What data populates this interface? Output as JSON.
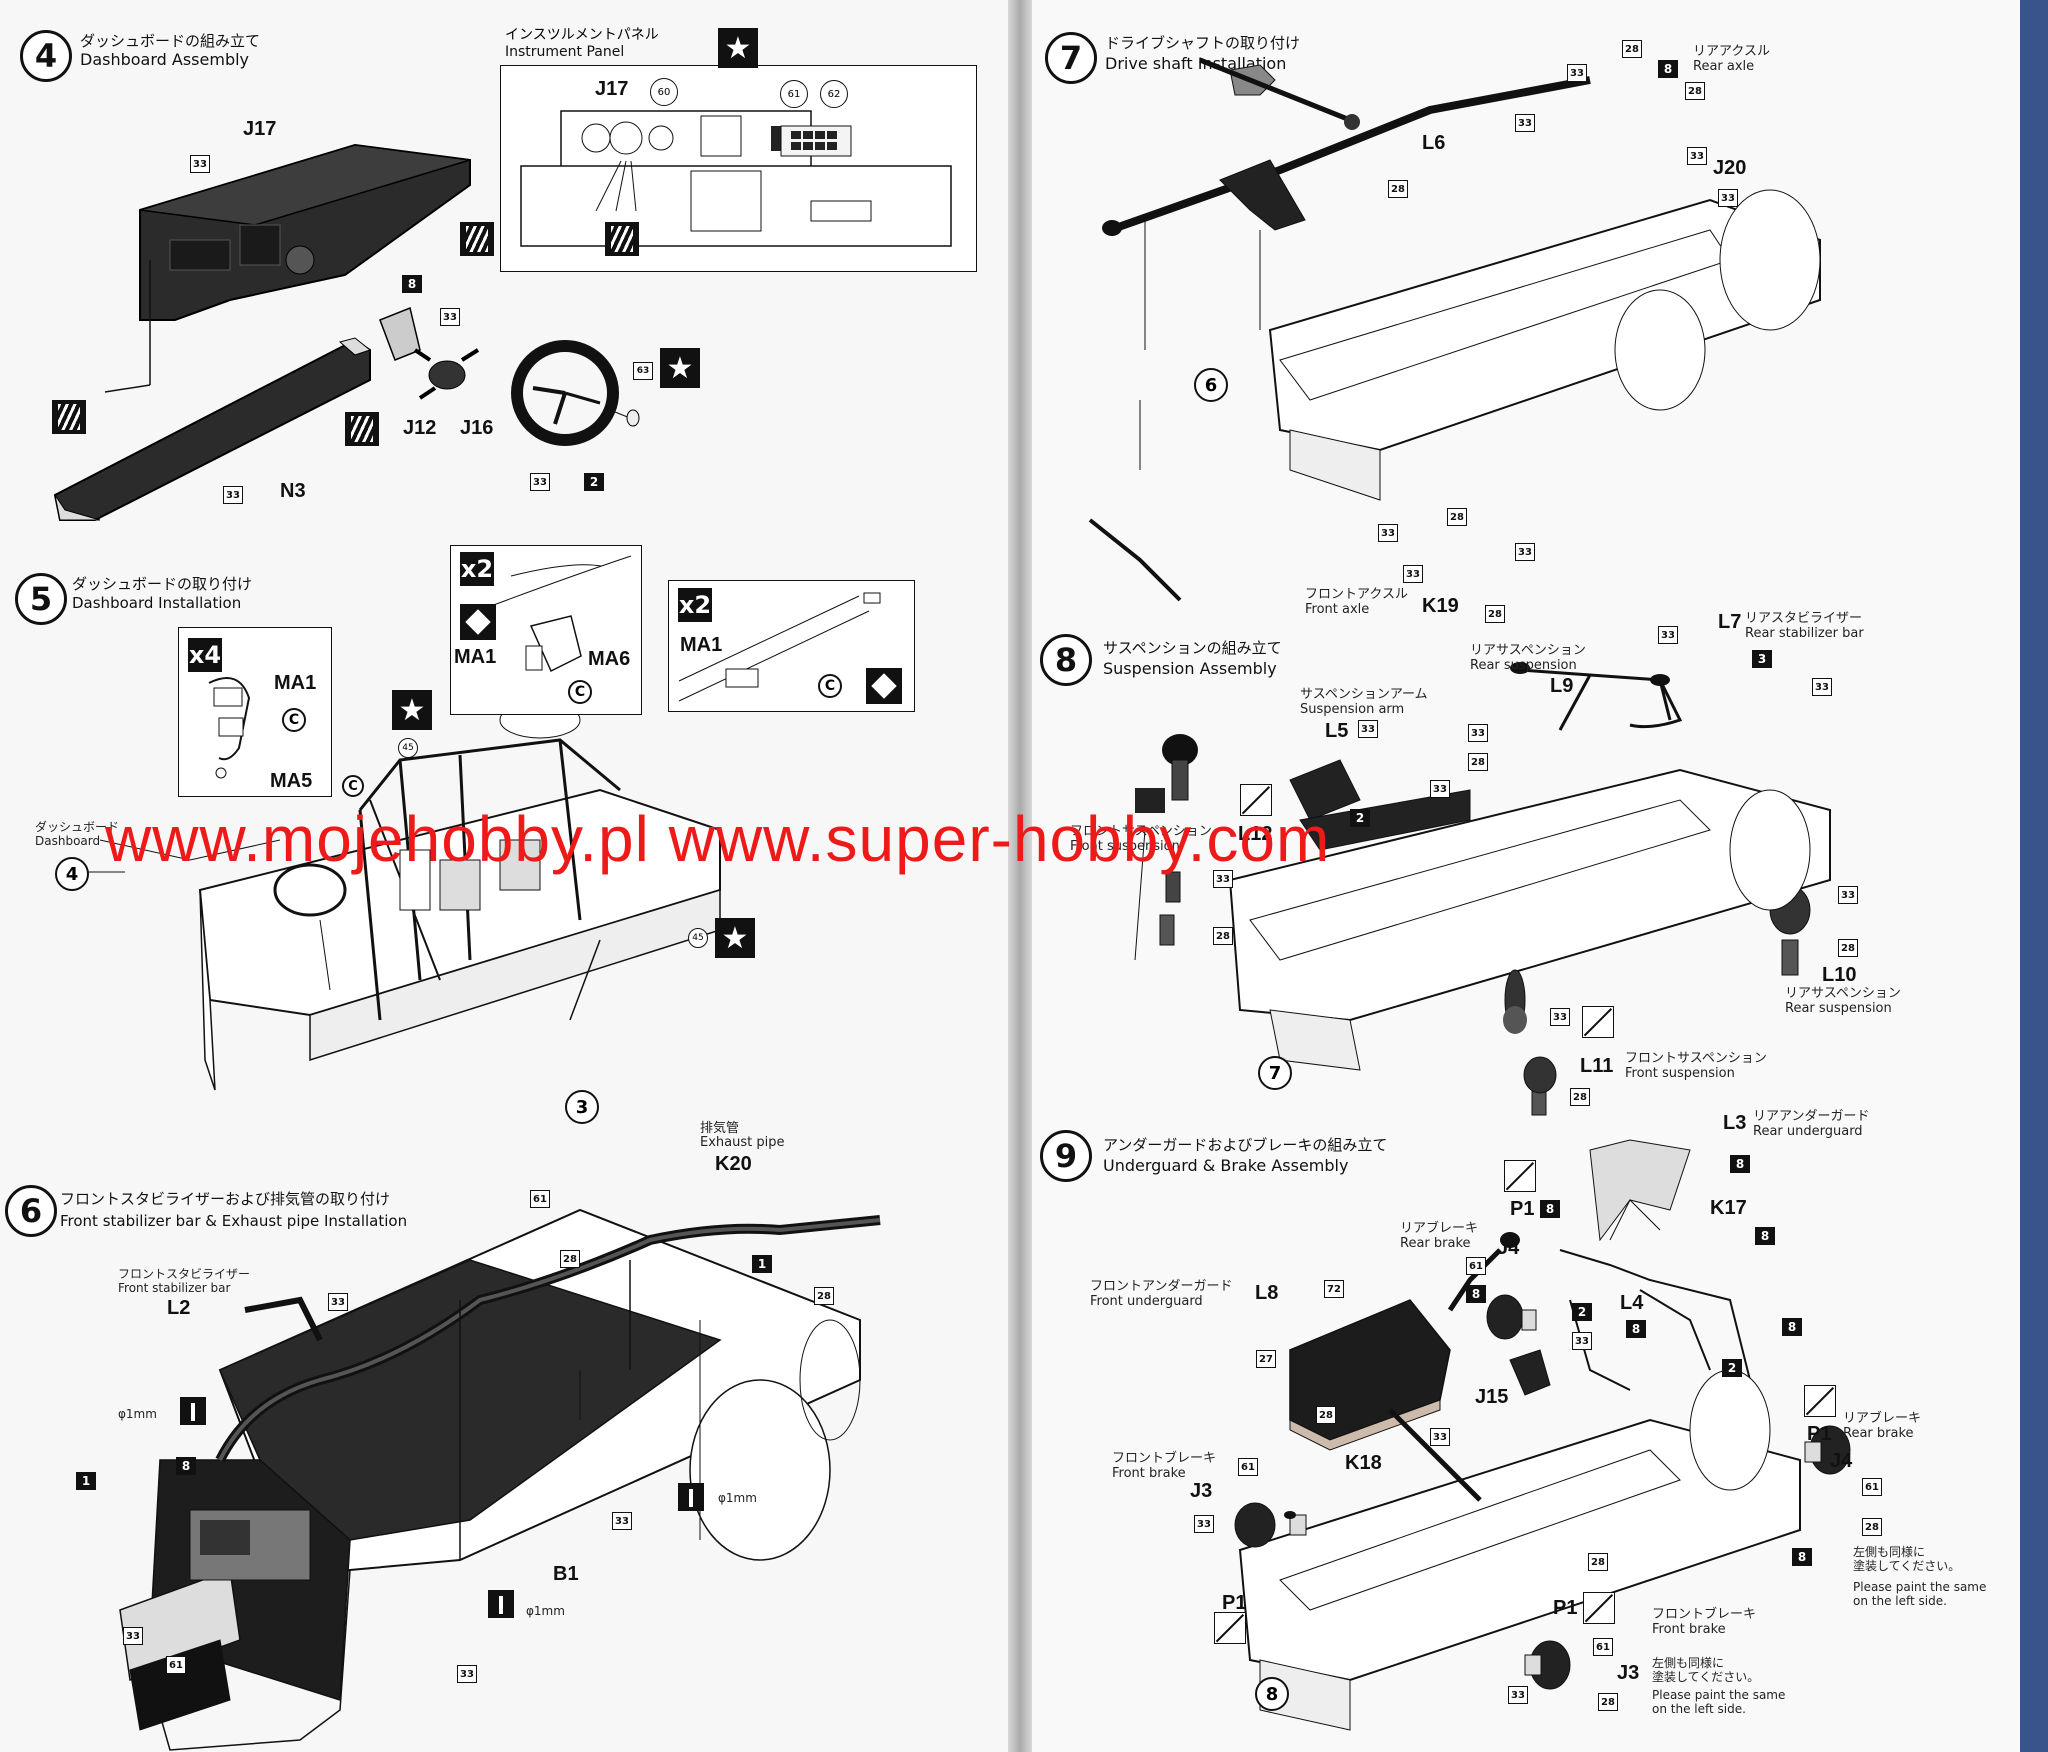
{
  "left_page": {
    "step4": {
      "num": "4",
      "title_jp": "ダッシュボードの組み立て",
      "title_en": "Dashboard Assembly",
      "parts": {
        "j17": "J17",
        "j12": "J12",
        "j16": "J16",
        "n3": "N3"
      },
      "badges": {
        "b33a": "33",
        "b8": "8",
        "b33b": "33",
        "b63": "63",
        "b33c": "33",
        "b33d": "33",
        "b2": "2"
      },
      "inset": {
        "title_jp": "インスツルメントパネル",
        "title_en": "Instrument Panel",
        "j17": "J17",
        "c60": "60",
        "c61": "61",
        "c62": "62"
      }
    },
    "step5": {
      "num": "5",
      "title_jp": "ダッシュボードの取り付け",
      "title_en": "Dashboard Installation",
      "inset1": {
        "times": "x4",
        "ma1": "MA1",
        "ma5": "MA5",
        "c": "C"
      },
      "inset2": {
        "times": "x2",
        "ma1": "MA1",
        "ma6": "MA6",
        "c": "C"
      },
      "inset3": {
        "times": "x2",
        "ma1": "MA1",
        "c": "C"
      },
      "c_marker": "C",
      "dash_label_jp": "ダッシュボード",
      "dash_label_en": "Dashboard",
      "ref4": "4",
      "ref3": "3",
      "c45a": "45",
      "c45b": "45"
    },
    "step6": {
      "num": "6",
      "title_jp": "フロントスタビライザーおよび排気管の取り付け",
      "title_en": "Front stabilizer bar & Exhaust pipe Installation",
      "exhaust_jp": "排気管",
      "exhaust_en": "Exhaust pipe",
      "k20": "K20",
      "stab_jp": "フロントスタビライザー",
      "stab_en": "Front stabilizer bar",
      "l2": "L2",
      "b1": "B1",
      "drill1": "φ1mm",
      "drill2": "φ1mm",
      "drill3": "φ1mm",
      "badges": {
        "b61a": "61",
        "b28a": "28",
        "b1a": "1",
        "b28b": "28",
        "b33a": "33",
        "b1b": "1",
        "b8": "8",
        "b33b": "33",
        "b61b": "61",
        "b33c": "33",
        "b33d": "33"
      }
    }
  },
  "right_page": {
    "step7": {
      "num": "7",
      "title_jp": "ドライブシャフトの取り付け",
      "title_en": "Drive shaft Installation",
      "rear_axle_jp": "リアアクスル",
      "rear_axle_en": "Rear axle",
      "l6": "L6",
      "j20": "J20",
      "front_axle_jp": "フロントアクスル",
      "front_axle_en": "Front axle",
      "k19": "K19",
      "ref6": "6",
      "badges": {
        "b28a": "28",
        "b33a": "33",
        "b8": "8",
        "b28b": "28",
        "b33b": "33",
        "b33c": "33",
        "b33d": "33",
        "b28c": "28",
        "b28d": "28",
        "b33e": "33",
        "b33f": "33",
        "b33g": "33",
        "b28e": "28"
      }
    },
    "step8": {
      "num": "8",
      "title_jp": "サスペンションの組み立て",
      "title_en": "Suspension Assembly",
      "rear_susp_jp": "リアサスペンション",
      "rear_susp_en": "Rear suspension",
      "l9": "L9",
      "l7": "L7",
      "rear_stab_jp": "リアスタビライザー",
      "rear_stab_en": "Rear stabilizer bar",
      "arm_jp": "サスペンションアーム",
      "arm_en": "Suspension arm",
      "l5": "L5",
      "l12": "L12",
      "front_susp_jp_hidden": "フロントサスペンション",
      "front_susp_en_hidden": "Front suspension",
      "l10": "L10",
      "rear_susp2_jp": "リアサスペンション",
      "rear_susp2_en": "Rear suspension",
      "l11": "L11",
      "front_susp_jp": "フロントサスペンション",
      "front_susp_en": "Front suspension",
      "ref7": "7",
      "badges": {
        "b33a": "33",
        "b3": "3",
        "b33b": "33",
        "b33c": "33",
        "b28a": "28",
        "b33d": "33",
        "b33e": "33",
        "b2": "2",
        "b33f": "33",
        "b28b": "28",
        "b33g": "33",
        "b28c": "28",
        "b33h": "33",
        "b28d": "28"
      }
    },
    "step9": {
      "num": "9",
      "title_jp": "アンダーガードおよびブレーキの組み立て",
      "title_en": "Underguard & Brake Assembly",
      "l3": "L3",
      "rear_ug_jp": "リアアンダーガード",
      "rear_ug_en": "Rear underguard",
      "p1a": "P1",
      "k17": "K17",
      "rear_brake_jp": "リアブレーキ",
      "rear_brake_en": "Rear brake",
      "j4a": "J4",
      "l4": "L4",
      "front_ug_jp": "フロントアンダーガード",
      "front_ug_en": "Front underguard",
      "l8": "L8",
      "j15": "J15",
      "k18": "K18",
      "front_brake_jp": "フロントブレーキ",
      "front_brake_en": "Front brake",
      "j3a": "J3",
      "p1b": "P1",
      "rear_brake2_jp": "リアブレーキ",
      "rear_brake2_en": "Rear brake",
      "p1c": "P1",
      "j4b": "J4",
      "note1_jp": "左側も同様に\n塗装してください。",
      "note1_en": "Please paint the same\non the left side.",
      "p1d": "P1",
      "front_brake2_jp": "フロントブレーキ",
      "front_brake2_en": "Front brake",
      "note2_jp": "左側も同様に\n塗装してください。",
      "note2_en": "Please paint the same\non the left side.",
      "j3b": "J3",
      "ref8": "8",
      "badges": {
        "b8a": "8",
        "b8b": "8",
        "b8c": "8",
        "b61a": "61",
        "b8d": "8",
        "b2a": "2",
        "b8e": "8",
        "b8f": "8",
        "b33a": "33",
        "b2b": "2",
        "b72": "72",
        "b27": "27",
        "b28a": "28",
        "b33b": "33",
        "b61b": "61",
        "b33c": "33",
        "b61c": "61",
        "b28b": "28",
        "b8g": "8",
        "b28c": "28",
        "b61d": "61",
        "b33d": "33",
        "b28d": "28"
      }
    }
  },
  "watermark": "www.mojehobby.pl www.super-hobby.com"
}
